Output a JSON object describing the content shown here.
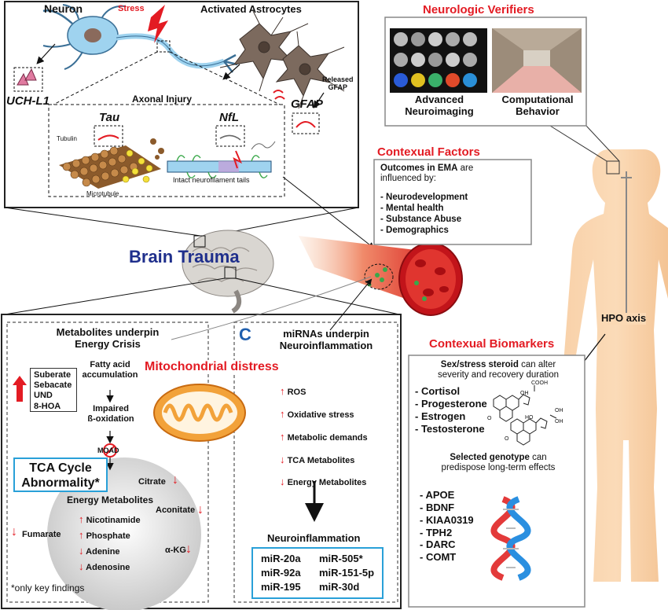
{
  "top_panel": {
    "neuron": "Neuron",
    "stress": "Stress",
    "astrocytes": "Activated Astrocytes",
    "uch_l1": "UCH-L1",
    "released_gfap": [
      "Released",
      "GFAP"
    ],
    "gfap": "GFAP",
    "axonal_injury": "Axonal Injury",
    "tau": "Tau",
    "nfl": "NfL",
    "tubulin": "Tubulin",
    "microtubule": "Microtubule",
    "neurofilament_tails": "Intact neurofilament tails"
  },
  "brain_trauma": "Brain Trauma",
  "neurologic_verifiers": {
    "title": "Neurologic Verifiers",
    "panel_1": [
      "Advanced",
      "Neuroimaging"
    ],
    "panel_2": [
      "Computational",
      "Behavior"
    ]
  },
  "contextual_factors": {
    "title": "Contexual Factors",
    "intro_bold": "Outcomes in EMA",
    "intro_rest_1": " are",
    "intro_rest_2": "influenced by:",
    "items": [
      "- Neurodevelopment",
      "- Mental health",
      "- Substance Abuse",
      "- Demographics"
    ]
  },
  "hpo_axis": "HPO axis",
  "contextual_biomarkers": {
    "title": "Contexual Biomarkers",
    "steroid_bold": "Sex/stress steroid",
    "steroid_rest_1": " can alter",
    "steroid_rest_2": "severity and recovery duration",
    "steroids": [
      "- Cortisol",
      "- Progesterone",
      "- Estrogen",
      "- Testosterone"
    ],
    "chem_labels": [
      "COOH",
      "OH",
      "OH",
      "OH",
      "O",
      "O",
      "HO"
    ],
    "genotype_bold": "Selected genotype",
    "genotype_rest_1": " can",
    "genotype_rest_2": "predispose long-term effects",
    "genes": [
      "- APOE",
      "- BDNF",
      "- KIAA0319",
      "- TPH2",
      "- DARC",
      "- COMT"
    ]
  },
  "metabolites": {
    "title_1": "Metabolites underpin",
    "title_2": "Energy Crisis",
    "fatty_acid": [
      "Fatty acid",
      "accumulation"
    ],
    "compounds": [
      "Suberate",
      "Sebacate",
      "UND",
      "8-HOA"
    ],
    "impaired": [
      "Impaired",
      "ß-oxidation"
    ],
    "moad": "MOAD",
    "tca_1": "TCA Cycle",
    "tca_2": "Abnormality*",
    "citrate": "Citrate",
    "aconitate": "Aconitate",
    "akg": "α-KG",
    "fumarate": "Fumarate",
    "energy_title": "Energy Metabolites",
    "energy_items": [
      "Nicotinamide",
      "Phosphate",
      "Adenine",
      "Adenosine"
    ],
    "footnote": "*only key findings"
  },
  "mito": "Mitochondrial distress",
  "mirna": {
    "letter": "C",
    "title_1": "miRNAs underpin",
    "title_2": "Neuroinflammation",
    "items": [
      "ROS",
      "Oxidative stress",
      "Metabolic demands",
      "TCA Metabolites",
      "Energy Metabolites"
    ],
    "neuroinflammation": "Neuroinflammation",
    "mirs": [
      "miR-20a",
      "miR-505*",
      "miR-92a",
      "miR-151-5p",
      "miR-195",
      "miR-30d"
    ]
  }
}
